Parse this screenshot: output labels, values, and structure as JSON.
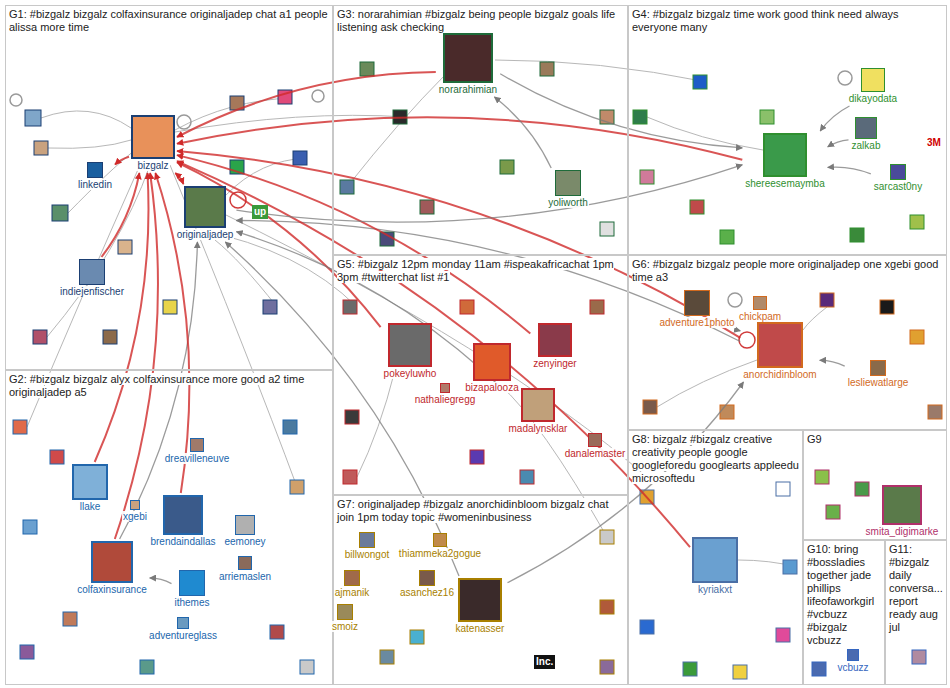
{
  "diagram": {
    "nodes": [
      {
        "text": [
          "G1: #bizgalz bizgalz colfaxinsurance originaljadep chat a1 people alissa more time"
        ]
      },
      {
        "text": [
          "G2: #bizgalz bizgalz alyx colfaxinsurance more good a2 time originaljadep a5"
        ]
      },
      {
        "text": [
          "G3: norarahimian #bizgalz being people bizgalz goals life listening ask checking"
        ]
      },
      {
        "text": [
          "G4: #bizgalz bizgalz time work good think need always everyone many"
        ]
      },
      {
        "text": [
          "G5: #bizgalz 12pm monday 11am #ispeakafricachat 1pm 3pm #twitterchat list #1"
        ]
      },
      {
        "text": [
          "G6: #bizgalz bizgalz people more originaljadep one xgebi good time a3"
        ]
      },
      {
        "text": [
          "G7: originaljadep #bizgalz anorchidinbloom bizgalz chat join 1pm today topic #womeninbusiness"
        ]
      },
      {
        "text": [
          "G8: bizgalz #bizgalz creative creativity people google googleforedu googlearts appleedu microsoftedu"
        ]
      },
      {
        "text": [
          "G9"
        ]
      },
      {
        "text": [
          "G10: bring #bossladies together jade phillips lifeofaworkgirl #vcbuzz #bizgalz vcbuzz"
        ]
      },
      {
        "text": [
          "G11: #bizgalz daily conversa... report ready aug jul"
        ]
      },
      {
        "text": [
          "bizgalz"
        ],
        "in": 0
      },
      {
        "text": [
          "originaljadep"
        ],
        "in": 0
      },
      {
        "text": [
          "linkedin"
        ],
        "in": 0
      },
      {
        "text": [
          "indiejenfischer"
        ],
        "in": 0
      },
      {
        "text": [
          "llake"
        ],
        "in": 1
      },
      {
        "text": [
          "dreavilleneuve"
        ],
        "in": 1
      },
      {
        "text": [
          "xgebi"
        ],
        "in": 1
      },
      {
        "text": [
          "brendaindallas"
        ],
        "in": 1
      },
      {
        "text": [
          "eemoney"
        ],
        "in": 1
      },
      {
        "text": [
          "colfaxinsurance"
        ],
        "in": 1
      },
      {
        "text": [
          "arriemaslen"
        ],
        "in": 1
      },
      {
        "text": [
          "ithemes"
        ],
        "in": 1
      },
      {
        "text": [
          "adventureglass"
        ],
        "in": 1
      },
      {
        "text": [
          "norarahimian"
        ],
        "in": 2
      },
      {
        "text": [
          "yoliworth"
        ],
        "in": 2
      },
      {
        "text": [
          "dikayodata"
        ],
        "in": 3
      },
      {
        "text": [
          "zalkab"
        ],
        "in": 3
      },
      {
        "text": [
          "shereesemaymba"
        ],
        "in": 3
      },
      {
        "text": [
          "sarcast0ny"
        ],
        "in": 3
      },
      {
        "text": [
          "pokeyluwho"
        ],
        "in": 4
      },
      {
        "text": [
          "nathaliegregg"
        ],
        "in": 4
      },
      {
        "text": [
          "bizapalooza"
        ],
        "in": 4
      },
      {
        "text": [
          "zenyinger"
        ],
        "in": 4
      },
      {
        "text": [
          "madalynsklar"
        ],
        "in": 4
      },
      {
        "text": [
          "danalemaster"
        ],
        "in": 4
      },
      {
        "text": [
          "adventure1photo"
        ],
        "in": 5
      },
      {
        "text": [
          "chickpam"
        ],
        "in": 5
      },
      {
        "text": [
          "anorchidinbloom"
        ],
        "in": 5
      },
      {
        "text": [
          "lesliewatlarge"
        ],
        "in": 5
      },
      {
        "text": [
          "billwongot"
        ],
        "in": 6
      },
      {
        "text": [
          "thiammeka2gogue"
        ],
        "in": 6
      },
      {
        "text": [
          "ajmanik"
        ],
        "in": 6
      },
      {
        "text": [
          "asanchez16"
        ],
        "in": 6
      },
      {
        "text": [
          "smoiz"
        ],
        "in": 6
      },
      {
        "text": [
          "katenasser"
        ],
        "in": 6
      },
      {
        "text": [
          "kyriakxt"
        ],
        "in": 7
      },
      {
        "text": [
          "smita_digimarke"
        ],
        "in": 8
      },
      {
        "text": [
          "vcbuzz"
        ],
        "in": 9
      }
    ],
    "edges": [
      {
        "from": 12,
        "to": 11,
        "arrow": "both"
      },
      {
        "from": 20,
        "to": 11,
        "arrow": "to"
      },
      {
        "from": 20,
        "to": 12,
        "arrow": "to"
      },
      {
        "from": 18,
        "to": 11,
        "arrow": "to"
      },
      {
        "from": 15,
        "to": 11,
        "arrow": "to"
      },
      {
        "from": 24,
        "to": 11,
        "arrow": "to"
      },
      {
        "from": 24,
        "to": 28,
        "arrow": "to"
      },
      {
        "from": 28,
        "to": 11,
        "arrow": "to"
      },
      {
        "from": 27,
        "to": 28,
        "arrow": "to"
      },
      {
        "from": 25,
        "to": 24,
        "arrow": "to"
      },
      {
        "from": 38,
        "to": 11,
        "arrow": "to"
      },
      {
        "from": 38,
        "to": 12,
        "arrow": "to"
      },
      {
        "from": 36,
        "to": 38,
        "arrow": "to"
      },
      {
        "from": 45,
        "to": 38,
        "arrow": "to"
      },
      {
        "from": 45,
        "to": 12,
        "arrow": "to"
      },
      {
        "from": 30,
        "to": 11,
        "arrow": "to"
      },
      {
        "from": 33,
        "to": 11,
        "arrow": "to"
      },
      {
        "from": 34,
        "to": 12,
        "arrow": "to"
      },
      {
        "from": 46,
        "to": 11,
        "arrow": "to"
      },
      {
        "from": 14,
        "to": 11,
        "arrow": "to"
      },
      {
        "from": 11,
        "to": 13,
        "arrow": "to"
      },
      {
        "from": 22,
        "to": 20,
        "arrow": "to"
      },
      {
        "from": 29,
        "to": 28,
        "arrow": "to"
      },
      {
        "from": 26,
        "to": 28,
        "arrow": "to"
      },
      {
        "from": 37,
        "to": 38,
        "arrow": "to"
      },
      {
        "from": 39,
        "to": 38,
        "arrow": "to"
      },
      {
        "from": 12,
        "to": 28,
        "arrow": "to"
      }
    ],
    "labels": [
      "up",
      "3M",
      "Inc."
    ]
  }
}
